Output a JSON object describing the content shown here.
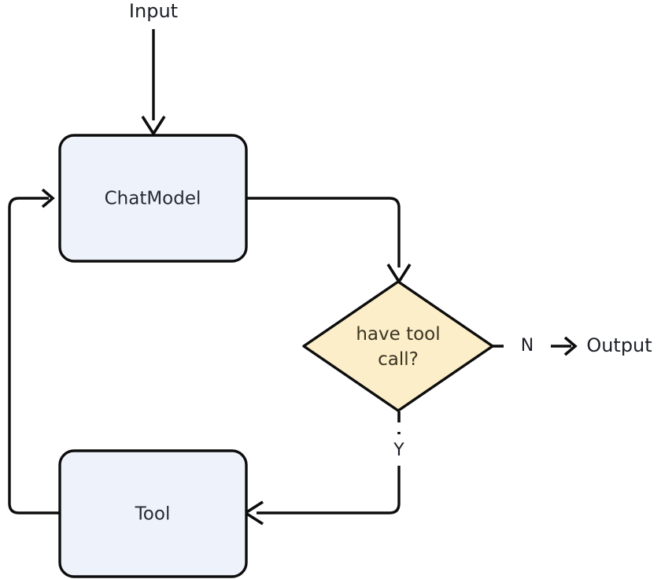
{
  "diagram": {
    "title": "agent loop flowchart",
    "orientation": "top-down",
    "colors": {
      "process_fill": "#eef2fb",
      "decision_fill": "#fbeec9",
      "stroke": "#0d0d0d",
      "text": "#262a33",
      "background": "#ffffff"
    },
    "nodes": [
      {
        "id": "input",
        "type": "terminal-text",
        "label": "Input"
      },
      {
        "id": "chatmodel",
        "type": "process",
        "label": "ChatModel"
      },
      {
        "id": "decision",
        "type": "decision",
        "label_line1": "have tool",
        "label_line2": "call?"
      },
      {
        "id": "tool",
        "type": "process",
        "label": "Tool"
      },
      {
        "id": "output",
        "type": "terminal-text",
        "label": "Output"
      }
    ],
    "edges": [
      {
        "id": "input-to-chatmodel",
        "from": "input",
        "to": "chatmodel",
        "label": "",
        "style": "solid",
        "arrow": true
      },
      {
        "id": "chatmodel-to-decision",
        "from": "chatmodel",
        "to": "decision",
        "label": "",
        "style": "solid",
        "arrow": true
      },
      {
        "id": "decision-no-output",
        "from": "decision",
        "to": "output",
        "label": "N",
        "style": "dashed",
        "arrow": true
      },
      {
        "id": "decision-yes-tool",
        "from": "decision",
        "to": "tool",
        "label": "Y",
        "style": "dashed-solid",
        "arrow": true
      },
      {
        "id": "tool-to-chatmodel",
        "from": "tool",
        "to": "chatmodel",
        "label": "",
        "style": "solid",
        "arrow": true
      }
    ]
  }
}
